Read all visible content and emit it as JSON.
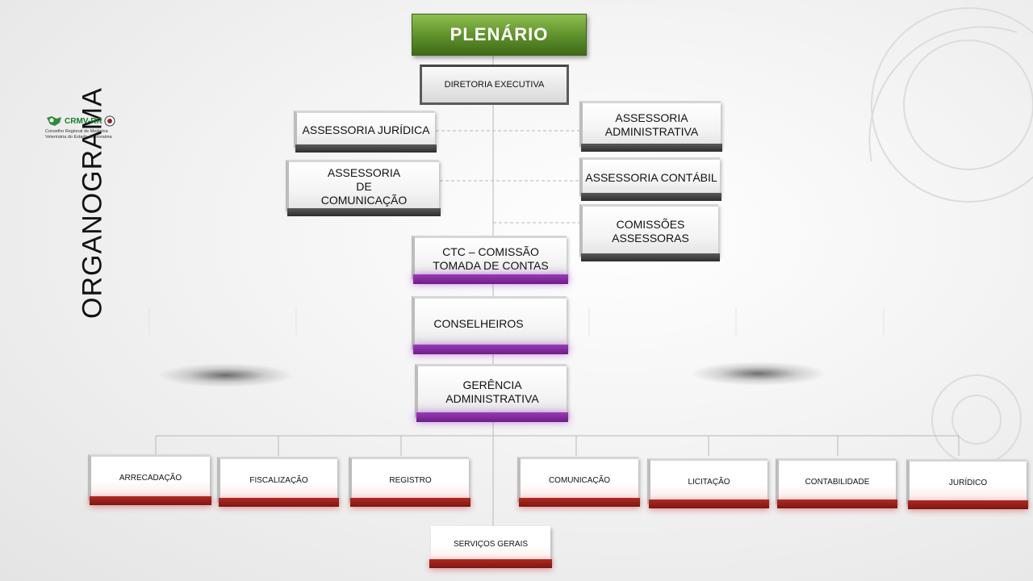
{
  "title": "ORGANOGRAMA",
  "logo": {
    "name": "CRMV-RR",
    "subtitle_line1": "Conselho Regional de Medicina",
    "subtitle_line2": "Veterinária do Estado de Roraima"
  },
  "nodes": {
    "plenario": "PLENÁRIO",
    "diretoria": "DIRETORIA EXECUTIVA",
    "assessoria_juridica": "ASSESSORIA JURÍDICA",
    "assessoria_comunicacao": "ASSESSORIA DE COMUNICAÇÃO",
    "assessoria_administrativa": "ASSESSORIA ADMINISTRATIVA",
    "assessoria_contabil": "ASSESSORIA CONTÁBIL",
    "comissoes_assessoras": "COMISSÕES ASSESSORAS",
    "ctc": "CTC – COMISSÃO TOMADA DE CONTAS",
    "conselheiros": "CONSELHEIROS",
    "gerencia": "GERÊNCIA ADMINISTRATIVA",
    "arrecadacao": "ARRECADAÇÃO",
    "fiscalizacao": "FISCALIZAÇÃO",
    "registro": "REGISTRO",
    "comunicacao": "COMUNICAÇÃO",
    "licitacao": "LICITAÇÃO",
    "contabilidade": "CONTABILIDADE",
    "juridico": "JURÍDICO",
    "servicos_gerais": "SERVIÇOS GERAIS"
  },
  "colors": {
    "green": "#5d8f2c",
    "purple": "#7b2596",
    "red": "#8e1d16",
    "dark_gray": "#3c3c3c"
  }
}
